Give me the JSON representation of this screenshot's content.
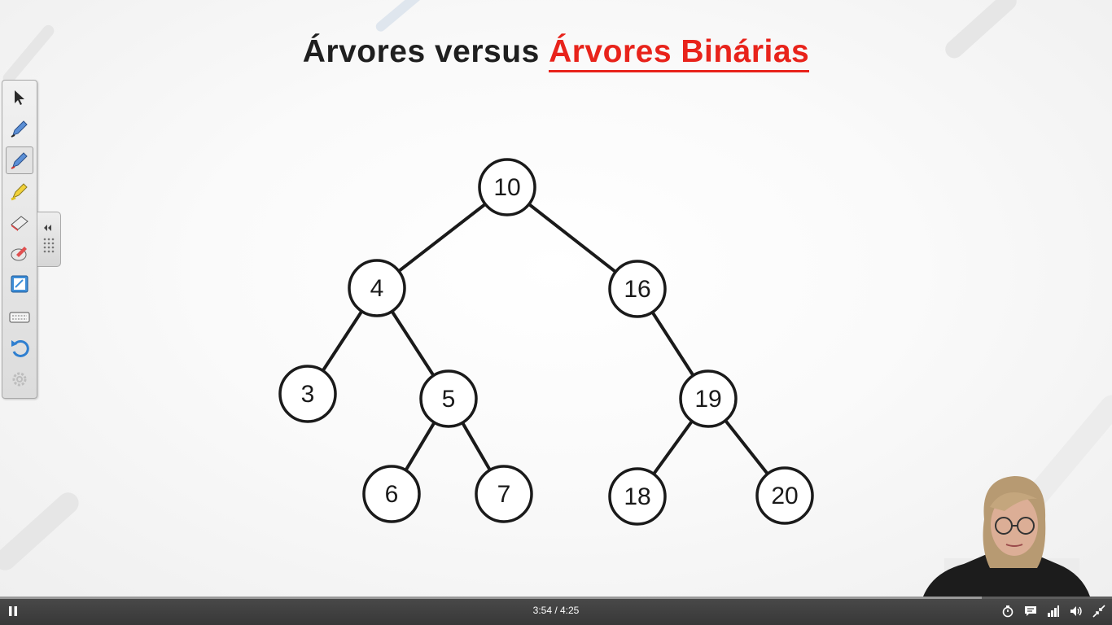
{
  "slide": {
    "title_part1": "Árvores versus ",
    "title_part2": "Árvores Binárias",
    "highlight_color": "#e8231b"
  },
  "tree": {
    "nodes": [
      {
        "id": "10",
        "label": "10"
      },
      {
        "id": "4",
        "label": "4"
      },
      {
        "id": "16",
        "label": "16"
      },
      {
        "id": "3",
        "label": "3"
      },
      {
        "id": "5",
        "label": "5"
      },
      {
        "id": "19",
        "label": "19"
      },
      {
        "id": "6",
        "label": "6"
      },
      {
        "id": "7",
        "label": "7"
      },
      {
        "id": "18",
        "label": "18"
      },
      {
        "id": "20",
        "label": "20"
      }
    ],
    "edges": [
      [
        "10",
        "4"
      ],
      [
        "10",
        "16"
      ],
      [
        "4",
        "3"
      ],
      [
        "4",
        "5"
      ],
      [
        "16",
        "19"
      ],
      [
        "5",
        "6"
      ],
      [
        "5",
        "7"
      ],
      [
        "19",
        "18"
      ],
      [
        "19",
        "20"
      ]
    ]
  },
  "toolbar": {
    "tools": [
      "select-tool-icon",
      "pen-tool-icon",
      "pen-tool-active-icon",
      "highlighter-icon",
      "eraser-icon",
      "shape-eraser-icon",
      "notes-icon",
      "keyboard-icon",
      "undo-icon",
      "settings-icon"
    ],
    "active_tool": "pen-tool-active-icon"
  },
  "player": {
    "time": "3:54 / 4:25",
    "progress": 0.883,
    "controls": [
      "pause-icon",
      "timer-icon",
      "captions-icon",
      "quality-icon",
      "volume-icon",
      "exit-fullscreen-icon"
    ]
  }
}
